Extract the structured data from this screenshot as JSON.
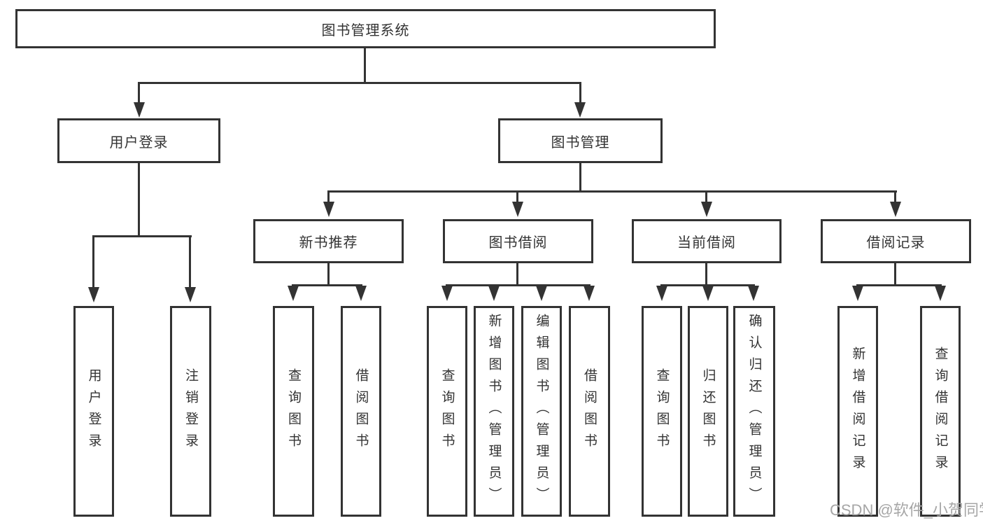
{
  "diagram": {
    "root": {
      "label": "图书管理系统"
    },
    "level1": [
      {
        "label": "用户登录"
      },
      {
        "label": "图书管理"
      }
    ],
    "level2": [
      {
        "label": "新书推荐"
      },
      {
        "label": "图书借阅"
      },
      {
        "label": "当前借阅"
      },
      {
        "label": "借阅记录"
      }
    ],
    "leaves": {
      "user_login": [
        {
          "label": "用户登录"
        },
        {
          "label": "注销登录"
        }
      ],
      "new_book": [
        {
          "label": "查询图书"
        },
        {
          "label": "借阅图书"
        }
      ],
      "book_borrowing": [
        {
          "label": "查询图书"
        },
        {
          "label": "新增图书（管理员）"
        },
        {
          "label": "编辑图书（管理员）"
        },
        {
          "label": "借阅图书"
        }
      ],
      "current_borrowing": [
        {
          "label": "查询图书"
        },
        {
          "label": "归还图书"
        },
        {
          "label": "确认归还（管理员）"
        }
      ],
      "borrowing_records": [
        {
          "label": "新增借阅记录"
        },
        {
          "label": "查询借阅记录"
        }
      ]
    }
  },
  "watermark": {
    "text": "CSDN @软件_小贺同学"
  },
  "colors": {
    "line": "#333333",
    "box_border": "#333333",
    "text": "#333333",
    "watermark": "#a6a6a6",
    "background": "#ffffff"
  }
}
